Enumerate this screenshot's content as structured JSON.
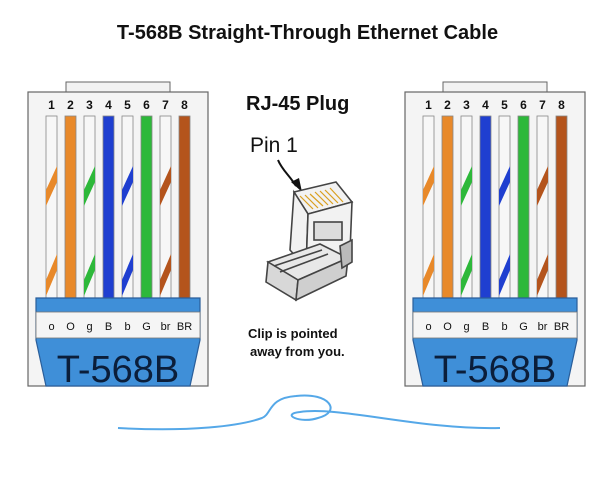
{
  "title": "T-568B Straight-Through Ethernet Cable",
  "plug": {
    "title": "RJ-45 Plug",
    "pin_label": "Pin 1",
    "note_line1": "Clip is pointed",
    "note_line2": "away from you."
  },
  "connectors": [
    {
      "standard": "T-568B",
      "pins": [
        "1",
        "2",
        "3",
        "4",
        "5",
        "6",
        "7",
        "8"
      ],
      "codes": [
        "o",
        "O",
        "g",
        "B",
        "b",
        "G",
        "br",
        "BR"
      ]
    },
    {
      "standard": "T-568B",
      "pins": [
        "1",
        "2",
        "3",
        "4",
        "5",
        "6",
        "7",
        "8"
      ],
      "codes": [
        "o",
        "O",
        "g",
        "B",
        "b",
        "G",
        "br",
        "BR"
      ]
    }
  ],
  "wire_colors": {
    "orange": "#e8892a",
    "green": "#2db83a",
    "blue": "#1f3fd0",
    "brown": "#b4541c",
    "boot_blue": "#3f8fd8",
    "cable_blue": "#55a8e8"
  },
  "wires": [
    {
      "base": "white",
      "stripe": "orange"
    },
    {
      "base": "orange",
      "stripe": "orange"
    },
    {
      "base": "white",
      "stripe": "green"
    },
    {
      "base": "blue",
      "stripe": "blue"
    },
    {
      "base": "white",
      "stripe": "blue"
    },
    {
      "base": "green",
      "stripe": "green"
    },
    {
      "base": "white",
      "stripe": "brown"
    },
    {
      "base": "brown",
      "stripe": "brown"
    }
  ]
}
